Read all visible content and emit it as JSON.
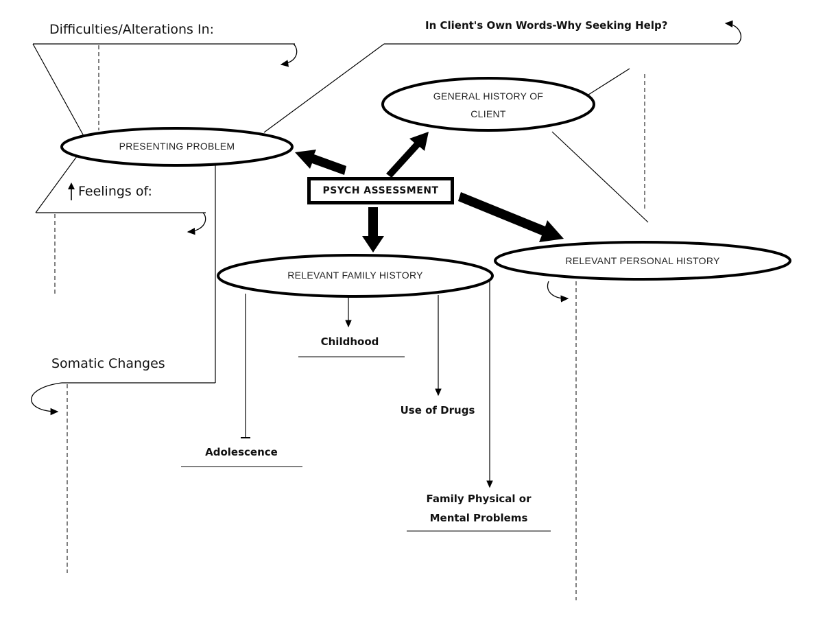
{
  "labels": {
    "difficulties": "Difficulties/Alterations In:",
    "own_words": "In Client's Own Words-Why Seeking Help?",
    "feelings": "Feelings of:",
    "somatic": "Somatic Changes",
    "childhood": "Childhood",
    "adolescence": "Adolescence",
    "use_of_drugs": "Use of Drugs",
    "family_problems_line1": "Family Physical or",
    "family_problems_line2": "Mental Problems"
  },
  "nodes": {
    "center": "PSYCH ASSESSMENT",
    "presenting_problem": "PRESENTING PROBLEM",
    "general_history_line1": "GENERAL HISTORY OF",
    "general_history_line2": "CLIENT",
    "family_history": "RELEVANT FAMILY HISTORY",
    "personal_history": "RELEVANT PERSONAL HISTORY"
  },
  "icons": {
    "up_arrow": "up-arrow-icon",
    "curved_arrow": "curved-arrow-icon"
  }
}
